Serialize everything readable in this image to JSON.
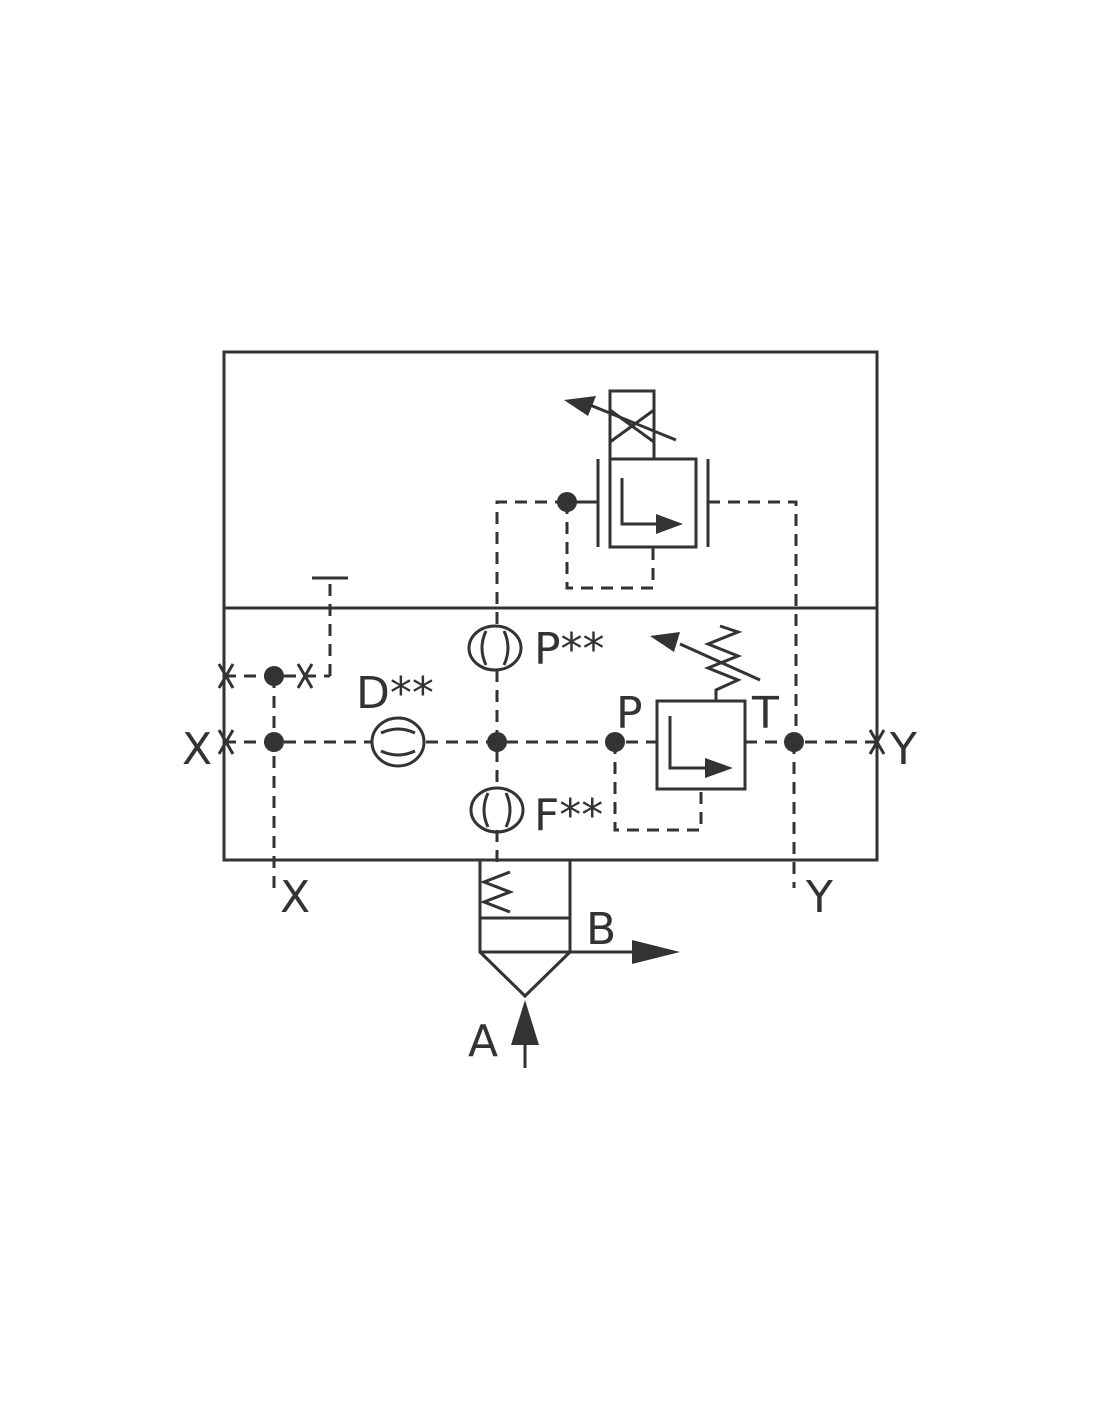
{
  "labels": {
    "x_left": "X",
    "x_bottom": "X",
    "y_right": "Y",
    "y_bottom": "Y",
    "p_orifice": "P**",
    "d_orifice": "D**",
    "f_orifice": "F**",
    "p_port": "P",
    "t_port": "T",
    "b_port": "B",
    "a_port": "A"
  },
  "colors": {
    "line": "#333333",
    "background": "#ffffff"
  }
}
